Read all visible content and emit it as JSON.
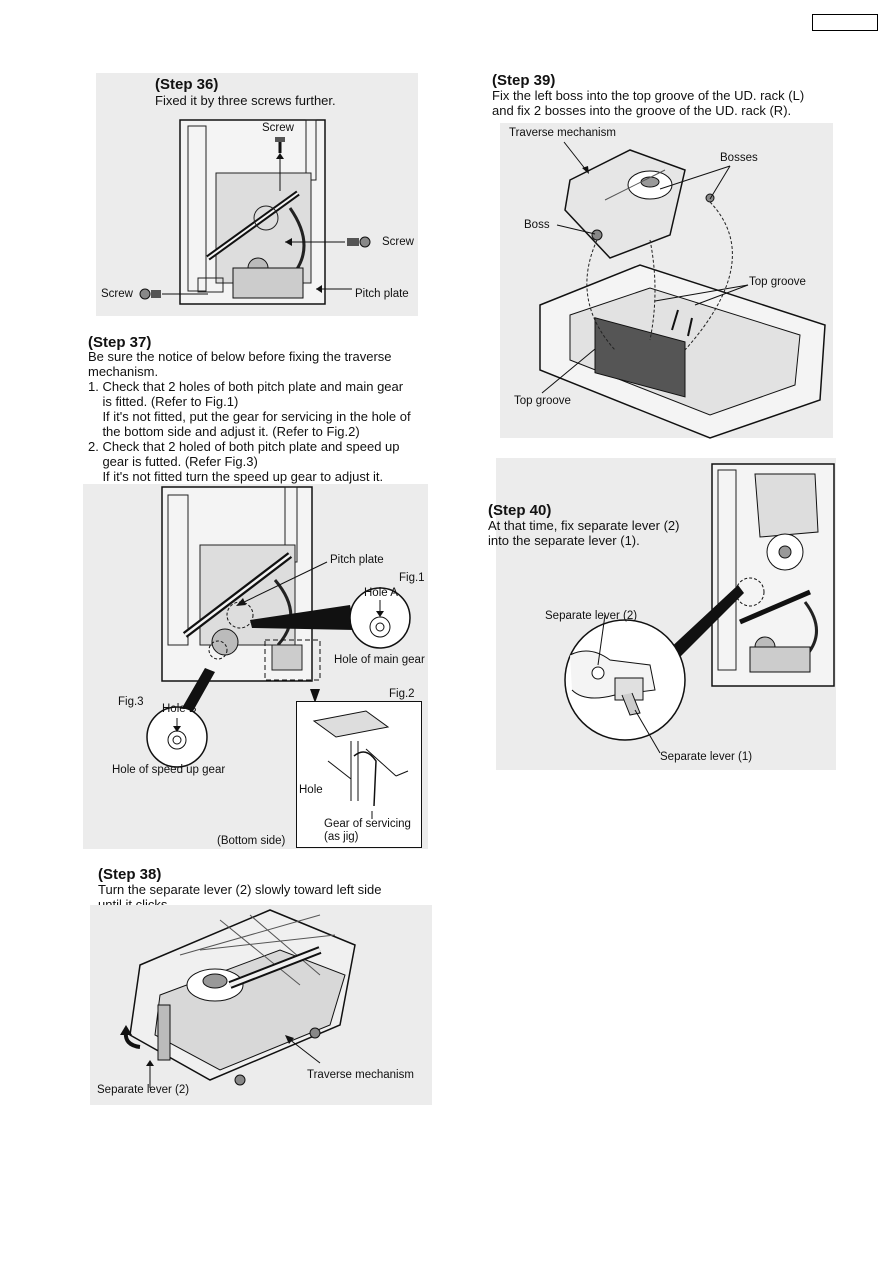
{
  "step36": {
    "title": "(Step 36)",
    "text": "Fixed it by three screws further.",
    "labels": {
      "screw_top": "Screw",
      "screw_right": "Screw",
      "screw_left": "Screw",
      "pitch_plate": "Pitch plate"
    }
  },
  "step37": {
    "title": "(Step 37)",
    "lines": [
      "Be sure the notice of below before fixing the traverse",
      "mechanism.",
      "1. Check that 2 holes of both pitch plate and main gear",
      "    is fitted. (Refer to Fig.1)",
      "    If it's not fitted, put the gear for servicing in the hole of",
      "    the bottom side and adjust it. (Refer to Fig.2)",
      "2. Check that 2 holed of both pitch plate and speed up",
      "    gear is futted. (Refer Fig.3)",
      "    If it's not fitted turn the speed up gear to adjust it."
    ],
    "labels": {
      "pitch_plate": "Pitch plate",
      "fig1": "Fig.1",
      "hole_a": "Hole A",
      "hole_main_gear": "Hole of main gear",
      "fig3": "Fig.3",
      "hole_b": "Hole B",
      "hole_speed_up_gear": "Hole of speed up gear",
      "fig2": "Fig.2",
      "hole": "Hole",
      "gear_servicing_1": "Gear of servicing",
      "gear_servicing_2": "(as jig)",
      "bottom_side": "(Bottom side)"
    }
  },
  "step38": {
    "title": "(Step 38)",
    "lines": [
      "Turn the separate lever (2) slowly toward left side",
      "until it clicks."
    ],
    "labels": {
      "separate_lever": "Separate lever (2)",
      "traverse": "Traverse mechanism"
    }
  },
  "step39": {
    "title": "(Step 39)",
    "lines": [
      "Fix the left boss into the top groove of the UD. rack (L)",
      "and fix 2 bosses into the groove of the UD. rack (R)."
    ],
    "labels": {
      "traverse": "Traverse mechanism",
      "bosses": "Bosses",
      "boss": "Boss",
      "top_groove_right": "Top groove",
      "top_groove_left": "Top groove"
    }
  },
  "step40": {
    "title": "(Step 40)",
    "lines": [
      "At that time, fix separate lever (2)",
      "into the separate lever (1)."
    ],
    "labels": {
      "lever2": "Separate lever (2)",
      "lever1": "Separate lever (1)"
    }
  }
}
